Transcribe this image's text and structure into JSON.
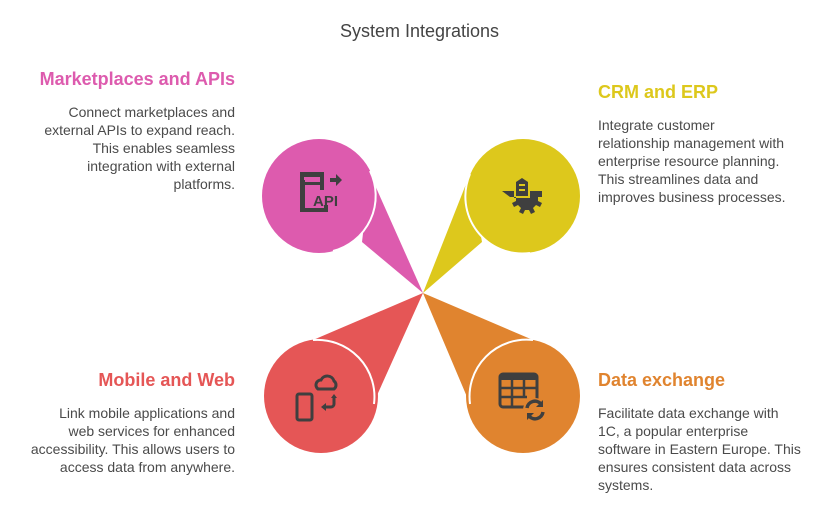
{
  "title": "System Integrations",
  "items": [
    {
      "id": "marketplaces",
      "heading": "Marketplaces and APIs",
      "description": "Connect marketplaces and external APIs to expand reach. This enables seamless integration with external platforms.",
      "color": "#DD5BAE",
      "icon": "api-export-icon"
    },
    {
      "id": "crm",
      "heading": "CRM and ERP",
      "description": "Integrate customer relationship management with enterprise resource planning. This streamlines data and improves business processes.",
      "color": "#DDC81C",
      "icon": "building-gear-icon"
    },
    {
      "id": "mobile",
      "heading": "Mobile and Web",
      "description": "Link mobile applications and web services for enhanced accessibility. This allows users to access data from anywhere.",
      "color": "#E55656",
      "icon": "mobile-cloud-sync-icon"
    },
    {
      "id": "exchange",
      "heading": "Data exchange",
      "description": "Facilitate data exchange with 1C, a popular enterprise software in Eastern Europe. This ensures consistent data across systems.",
      "color": "#E0842F",
      "icon": "table-sync-icon"
    }
  ]
}
